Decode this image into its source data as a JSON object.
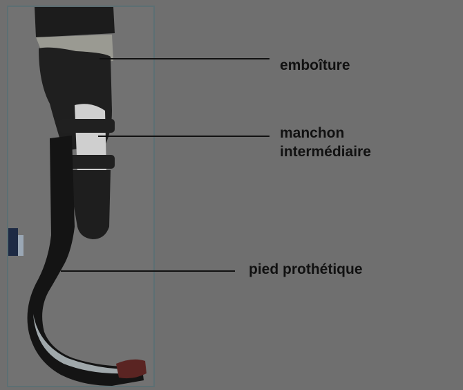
{
  "labels": {
    "emboiture": "emboîture",
    "manchon_line1": "manchon",
    "manchon_line2": "intermédiaire",
    "pied": "pied prothétique"
  },
  "colors": {
    "background": "#6f6f6f",
    "text": "#111111",
    "leader_line": "#111111",
    "panel_border": "#5c6f73"
  }
}
